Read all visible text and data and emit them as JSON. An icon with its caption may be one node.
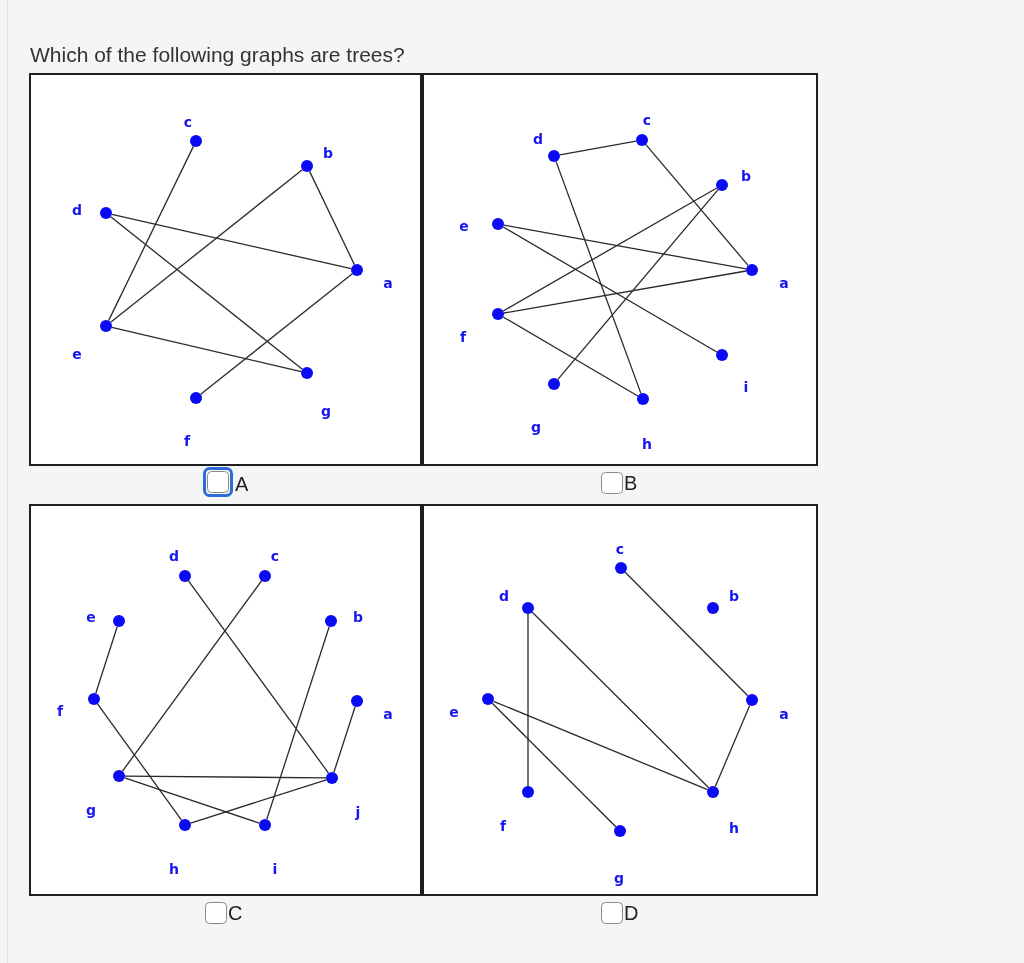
{
  "diagram": {
    "title": "Which of the following graphs are trees?",
    "nodes": [
      {
        "text": [],
        "shape": "box",
        "beside": [
          "A"
        ]
      },
      {
        "text": [],
        "shape": "circle",
        "in": 0,
        "beside": [
          "c"
        ]
      },
      {
        "text": [],
        "shape": "circle",
        "in": 0,
        "beside": [
          "b"
        ]
      },
      {
        "text": [],
        "shape": "circle",
        "in": 0,
        "beside": [
          "d"
        ]
      },
      {
        "text": [],
        "shape": "circle",
        "in": 0,
        "beside": [
          "a"
        ]
      },
      {
        "text": [],
        "shape": "circle",
        "in": 0,
        "beside": [
          "e"
        ]
      },
      {
        "text": [],
        "shape": "circle",
        "in": 0,
        "beside": [
          "g"
        ]
      },
      {
        "text": [],
        "shape": "circle",
        "in": 0,
        "beside": [
          "f"
        ]
      },
      {
        "text": [],
        "shape": "box",
        "beside": [
          "B"
        ]
      },
      {
        "text": [],
        "shape": "circle",
        "in": 8,
        "beside": [
          "c"
        ]
      },
      {
        "text": [],
        "shape": "circle",
        "in": 8,
        "beside": [
          "d"
        ]
      },
      {
        "text": [],
        "shape": "circle",
        "in": 8,
        "beside": [
          "b"
        ]
      },
      {
        "text": [],
        "shape": "circle",
        "in": 8,
        "beside": [
          "e"
        ]
      },
      {
        "text": [],
        "shape": "circle",
        "in": 8,
        "beside": [
          "a"
        ]
      },
      {
        "text": [],
        "shape": "circle",
        "in": 8,
        "beside": [
          "f"
        ]
      },
      {
        "text": [],
        "shape": "circle",
        "in": 8,
        "beside": [
          "i"
        ]
      },
      {
        "text": [],
        "shape": "circle",
        "in": 8,
        "beside": [
          "g"
        ]
      },
      {
        "text": [],
        "shape": "circle",
        "in": 8,
        "beside": [
          "h"
        ]
      },
      {
        "text": [],
        "shape": "box",
        "beside": [
          "C"
        ]
      },
      {
        "text": [],
        "shape": "circle",
        "in": 18,
        "beside": [
          "d"
        ]
      },
      {
        "text": [],
        "shape": "circle",
        "in": 18,
        "beside": [
          "c"
        ]
      },
      {
        "text": [],
        "shape": "circle",
        "in": 18,
        "beside": [
          "e"
        ]
      },
      {
        "text": [],
        "shape": "circle",
        "in": 18,
        "beside": [
          "b"
        ]
      },
      {
        "text": [],
        "shape": "circle",
        "in": 18,
        "beside": [
          "f"
        ]
      },
      {
        "text": [],
        "shape": "circle",
        "in": 18,
        "beside": [
          "a"
        ]
      },
      {
        "text": [],
        "shape": "circle",
        "in": 18,
        "beside": [
          "g"
        ]
      },
      {
        "text": [],
        "shape": "circle",
        "in": 18,
        "beside": [
          "j"
        ]
      },
      {
        "text": [],
        "shape": "circle",
        "in": 18,
        "beside": [
          "h"
        ]
      },
      {
        "text": [],
        "shape": "circle",
        "in": 18,
        "beside": [
          "i"
        ]
      },
      {
        "text": [],
        "shape": "box",
        "beside": [
          "D"
        ]
      },
      {
        "text": [],
        "shape": "circle",
        "in": 29,
        "beside": [
          "c"
        ]
      },
      {
        "text": [],
        "shape": "circle",
        "in": 29,
        "beside": [
          "d"
        ]
      },
      {
        "text": [],
        "shape": "circle",
        "in": 29,
        "beside": [
          "b"
        ]
      },
      {
        "text": [],
        "shape": "circle",
        "in": 29,
        "beside": [
          "e"
        ]
      },
      {
        "text": [],
        "shape": "circle",
        "in": 29,
        "beside": [
          "a"
        ]
      },
      {
        "text": [],
        "shape": "circle",
        "in": 29,
        "beside": [
          "f"
        ]
      },
      {
        "text": [],
        "shape": "circle",
        "in": 29,
        "beside": [
          "h"
        ]
      },
      {
        "text": [],
        "shape": "circle",
        "in": 29,
        "beside": [
          "g"
        ]
      }
    ],
    "edges": [
      {
        "from": 1,
        "to": 5,
        "arrow": "none"
      },
      {
        "from": 2,
        "to": 5,
        "arrow": "none"
      },
      {
        "from": 2,
        "to": 4,
        "arrow": "none"
      },
      {
        "from": 3,
        "to": 4,
        "arrow": "none"
      },
      {
        "from": 3,
        "to": 6,
        "arrow": "none"
      },
      {
        "from": 5,
        "to": 6,
        "arrow": "none"
      },
      {
        "from": 4,
        "to": 7,
        "arrow": "none"
      },
      {
        "from": 10,
        "to": 9,
        "arrow": "none"
      },
      {
        "from": 9,
        "to": 13,
        "arrow": "none"
      },
      {
        "from": 10,
        "to": 17,
        "arrow": "none"
      },
      {
        "from": 11,
        "to": 14,
        "arrow": "none"
      },
      {
        "from": 11,
        "to": 16,
        "arrow": "none"
      },
      {
        "from": 12,
        "to": 13,
        "arrow": "none"
      },
      {
        "from": 12,
        "to": 15,
        "arrow": "none"
      },
      {
        "from": 14,
        "to": 13,
        "arrow": "none"
      },
      {
        "from": 14,
        "to": 17,
        "arrow": "none"
      },
      {
        "from": 19,
        "to": 26,
        "arrow": "none"
      },
      {
        "from": 20,
        "to": 25,
        "arrow": "none"
      },
      {
        "from": 21,
        "to": 23,
        "arrow": "none"
      },
      {
        "from": 22,
        "to": 28,
        "arrow": "none"
      },
      {
        "from": 23,
        "to": 27,
        "arrow": "none"
      },
      {
        "from": 24,
        "to": 26,
        "arrow": "none"
      },
      {
        "from": 25,
        "to": 26,
        "arrow": "none"
      },
      {
        "from": 25,
        "to": 28,
        "arrow": "none"
      },
      {
        "from": 27,
        "to": 26,
        "arrow": "none"
      },
      {
        "from": 30,
        "to": 34,
        "arrow": "none"
      },
      {
        "from": 31,
        "to": 35,
        "arrow": "none"
      },
      {
        "from": 31,
        "to": 36,
        "arrow": "none"
      },
      {
        "from": 33,
        "to": 36,
        "arrow": "none"
      },
      {
        "from": 33,
        "to": 37,
        "arrow": "none"
      },
      {
        "from": 34,
        "to": 36,
        "arrow": "none"
      }
    ]
  }
}
